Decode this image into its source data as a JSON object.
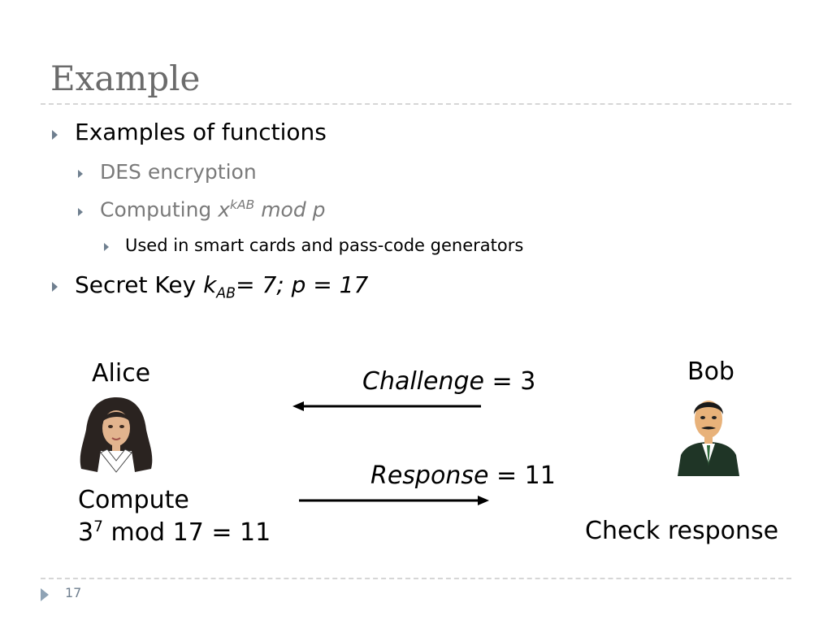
{
  "slide": {
    "title": "Example",
    "page_number": "17"
  },
  "bullets": {
    "b1": "Examples of functions",
    "b1_1": "DES encryption",
    "b1_2_prefix": "Computing ",
    "b1_2_x": "x",
    "b1_2_sup": "kAB",
    "b1_2_mod": " mod p",
    "b1_2_1": "Used in smart cards and pass-code generators",
    "b2_prefix": "Secret Key ",
    "b2_k": "k",
    "b2_sub": "AB",
    "b2_rest": "= 7; p = 17"
  },
  "diagram": {
    "alice_label": "Alice",
    "bob_label": "Bob",
    "challenge_word": "Challenge",
    "challenge_value": " = 3",
    "response_word": "Response",
    "response_value": " = 11",
    "compute_label": "Compute",
    "compute_base": "3",
    "compute_exp": "7",
    "compute_rest": " mod 17 = 11",
    "check_label": "Check response"
  },
  "icons": {
    "bullet": "triangle-bullet-icon",
    "alice": "woman-portrait-icon",
    "bob": "man-portrait-icon"
  },
  "colors": {
    "title": "#6b6b6b",
    "subtext": "#7a7a7a",
    "bullet": "#6f7f8f",
    "rule": "#d6d6d6"
  }
}
